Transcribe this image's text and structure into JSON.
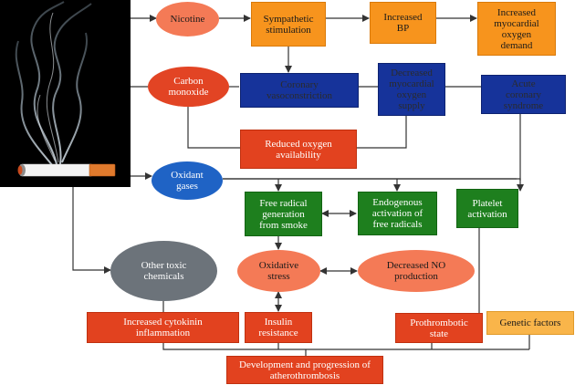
{
  "diagram": {
    "nodes": {
      "nicotine": "Nicotine",
      "sympathetic": "Sympathetic\nstimulation",
      "increased_bp": "Increased\nBP",
      "myocardial_demand": "Increased\nmyocardial\noxygen\ndemand",
      "carbon_monoxide": "Carbon\nmonoxide",
      "coronary_vaso": "Coronary\nvasoconstriction",
      "decreased_supply": "Decreased\nmyocardial\noxygen\nsupply",
      "acute_coronary": "Acute\ncoronary\nsyndrome",
      "reduced_oxygen": "Reduced oxygen\navailability",
      "oxidant_gases": "Oxidant\ngases",
      "free_radical": "Free radical\ngeneration\nfrom smoke",
      "endogenous": "Endogenous\nactivation of\nfree radicals",
      "platelet": "Platelet\nactivation",
      "other_toxic": "Other toxic\nchemicals",
      "oxidative_stress": "Oxidative\nstress",
      "decreased_no": "Decreased NO\nproduction",
      "cytokinin": "Increased cytokinin\ninflammation",
      "insulin": "Insulin\nresistance",
      "prothrombotic": "Prothrombotic\nstate",
      "genetic": "Genetic factors",
      "atherothrombosis": "Development and progression of\natherothrombosis"
    },
    "colors": {
      "orange": "#f7941d",
      "navy": "#16339a",
      "red": "#e2421f",
      "green": "#1e7f1e",
      "gold": "#f9b54a",
      "coral_oval": "#f47a56",
      "blue_oval": "#1f63c5",
      "gray_oval": "#6c737a",
      "connector": "#333333"
    }
  }
}
